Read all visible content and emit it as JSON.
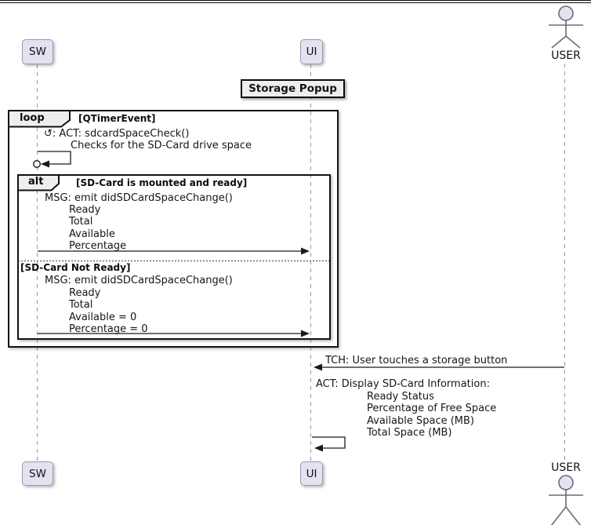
{
  "participants": {
    "sw": {
      "label": "SW"
    },
    "ui": {
      "label": "UI"
    },
    "user": {
      "label": "USER"
    }
  },
  "divider": {
    "title": "Storage Popup"
  },
  "loop_frame": {
    "keyword": "loop",
    "condition": "[QTimerEvent]",
    "check_message": {
      "icon": "↺",
      "title": ": ACT: sdcardSpaceCheck()",
      "detail": "Checks for the SD-Card drive space"
    }
  },
  "alt_frame": {
    "keyword": "alt",
    "branch_ready": {
      "condition": "[SD-Card is mounted and ready]",
      "message": "MSG: emit didSDCardSpaceChange()",
      "params": [
        "Ready",
        "Total",
        "Available",
        "Percentage"
      ]
    },
    "branch_not_ready": {
      "condition": "[SD-Card Not Ready]",
      "message": "MSG: emit didSDCardSpaceChange()",
      "params": [
        "Ready",
        "Total",
        "Available = 0",
        "Percentage = 0"
      ]
    }
  },
  "user_interaction": {
    "touch_message": "TCH: User touches a storage button",
    "display_message": {
      "title": "ACT: Display SD-Card Information:",
      "params": [
        "Ready Status",
        "Percentage of Free Space",
        "Available Space (MB)",
        "Total Space (MB)"
      ]
    }
  },
  "colors": {
    "participant_fill": "#E2E2F0",
    "participant_border": "#9A9AAD",
    "frame_border": "#121212",
    "frame_label_fill": "#EEEEEE",
    "lifeline": "#999999",
    "arrow": "#1A1A1A"
  }
}
